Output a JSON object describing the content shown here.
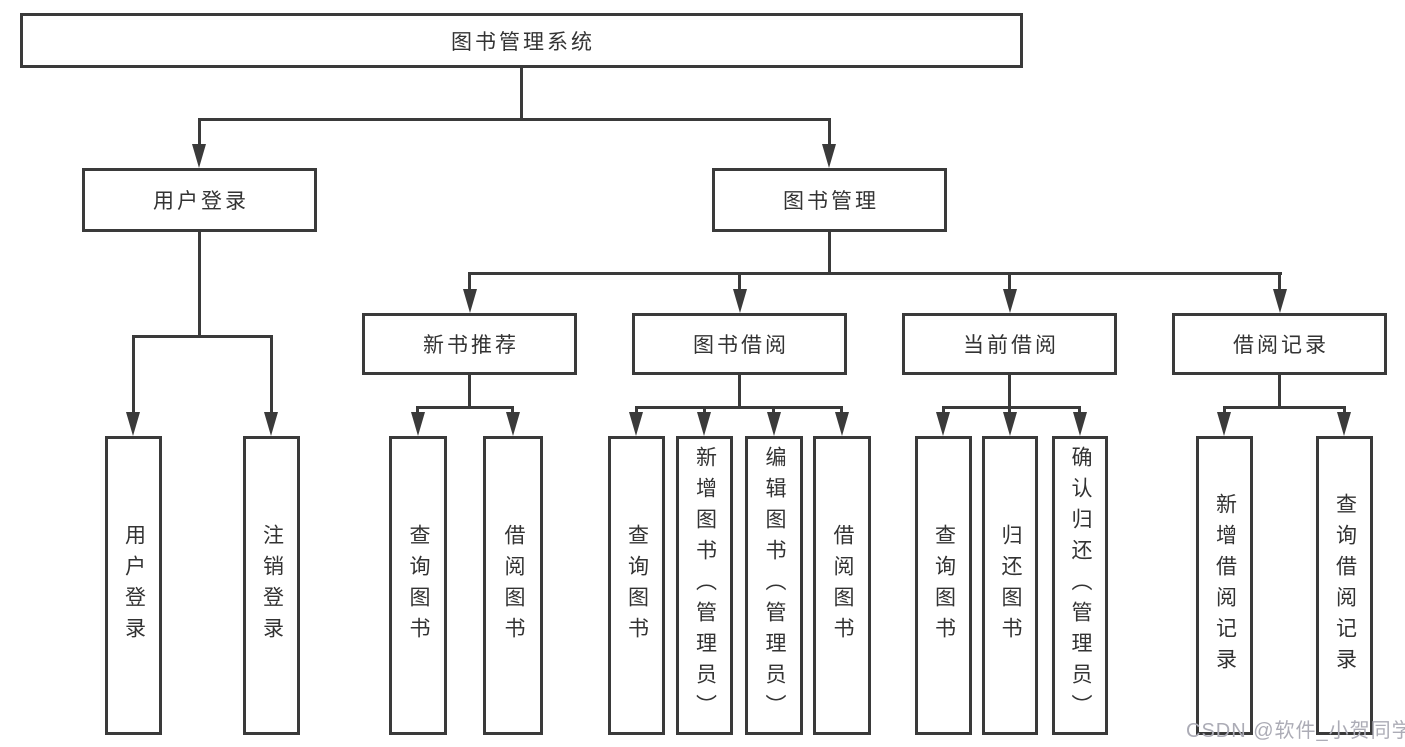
{
  "diagram": {
    "tree": {
      "label": "图书管理系统",
      "children": [
        {
          "label": "用户登录",
          "children": [
            {
              "label": "用户登录"
            },
            {
              "label": "注销登录"
            }
          ]
        },
        {
          "label": "图书管理",
          "children": [
            {
              "label": "新书推荐",
              "children": [
                {
                  "label": "查询图书"
                },
                {
                  "label": "借阅图书"
                }
              ]
            },
            {
              "label": "图书借阅",
              "children": [
                {
                  "label": "查询图书"
                },
                {
                  "label": "新增图书（管理员）"
                },
                {
                  "label": "编辑图书（管理员）"
                },
                {
                  "label": "借阅图书"
                }
              ]
            },
            {
              "label": "当前借阅",
              "children": [
                {
                  "label": "查询图书"
                },
                {
                  "label": "归还图书"
                },
                {
                  "label": "确认归还（管理员）"
                }
              ]
            },
            {
              "label": "借阅记录",
              "children": [
                {
                  "label": "新增借阅记录"
                },
                {
                  "label": "查询借阅记录"
                }
              ]
            }
          ]
        }
      ]
    },
    "colors": {
      "line": "#3a3a3a",
      "text": "#333333",
      "background": "#ffffff",
      "watermark": "#acacb6"
    }
  },
  "watermark": {
    "text": "CSDN @软件_小贺同学"
  }
}
